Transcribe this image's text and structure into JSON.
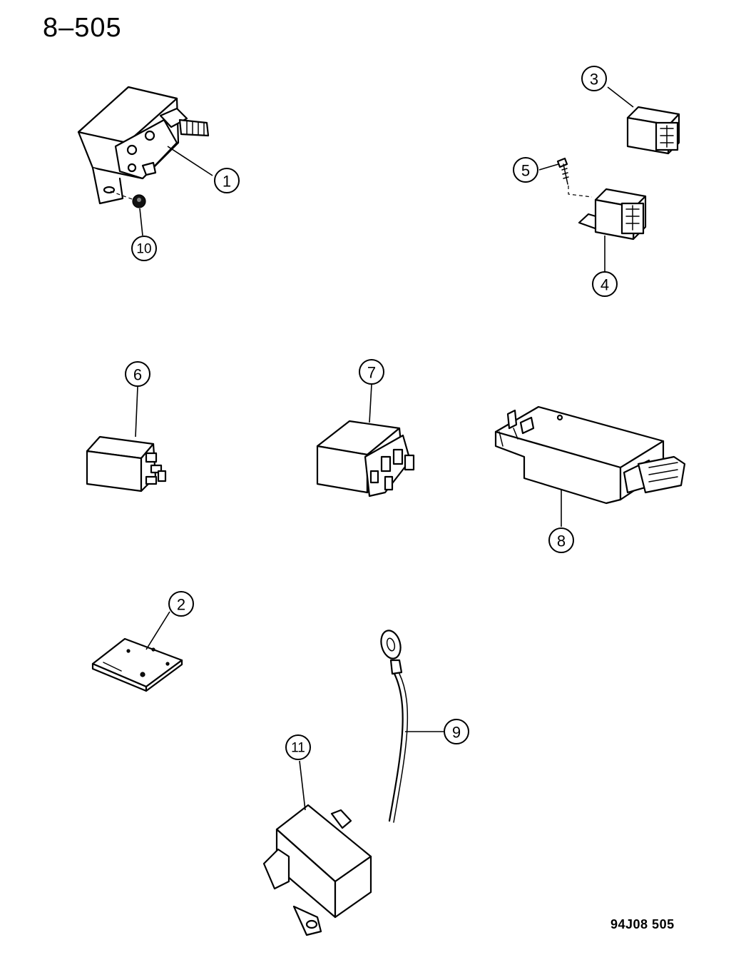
{
  "header": {
    "page_number": "8–505"
  },
  "footer": {
    "figure_code": "94J08  505"
  },
  "callouts": {
    "c1": "1",
    "c2": "2",
    "c3": "3",
    "c4": "4",
    "c5": "5",
    "c6": "6",
    "c7": "7",
    "c8": "8",
    "c9": "9",
    "c10": "10",
    "c11": "11"
  }
}
